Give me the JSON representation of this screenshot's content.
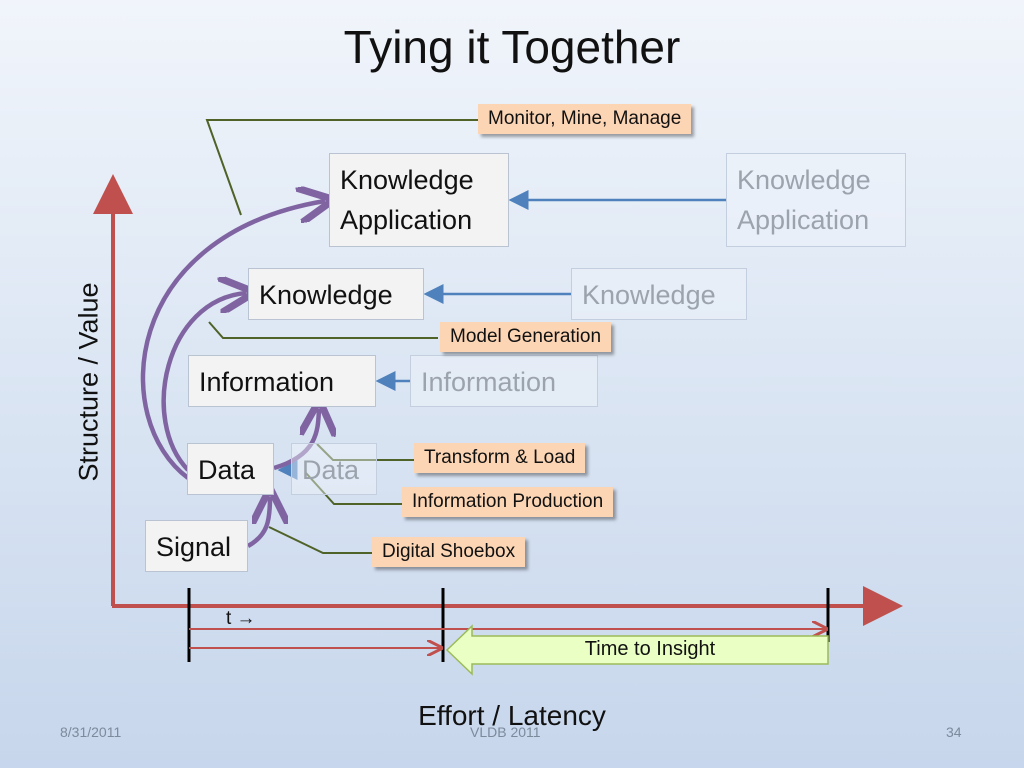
{
  "title": "Tying it Together",
  "axes": {
    "y_label": "Structure / Value",
    "x_label": "Effort / Latency"
  },
  "boxes": {
    "knowledge_application": "Knowledge Application",
    "knowledge": "Knowledge",
    "information": "Information",
    "data": "Data",
    "signal": "Signal"
  },
  "ghost_boxes": {
    "knowledge_application": "Knowledge Application",
    "knowledge": "Knowledge",
    "information": "Information",
    "data": "Data"
  },
  "callouts": {
    "monitor": "Monitor, Mine, Manage",
    "model_generation": "Model Generation",
    "transform_load": "Transform & Load",
    "information_production": "Information Production",
    "digital_shoebox": "Digital Shoebox"
  },
  "timeline": {
    "t_label": "t →",
    "time_to_insight": "Time to Insight"
  },
  "footer": {
    "date": "8/31/2011",
    "conference": "VLDB 2011",
    "page": "34"
  },
  "colors": {
    "axis": "#c0504d",
    "curve": "#8064a2",
    "blue_arrow": "#4f81bd",
    "leader": "#4f6228",
    "callout_fill": "#fcd5b4",
    "insight_fill": "#eaffc4"
  }
}
